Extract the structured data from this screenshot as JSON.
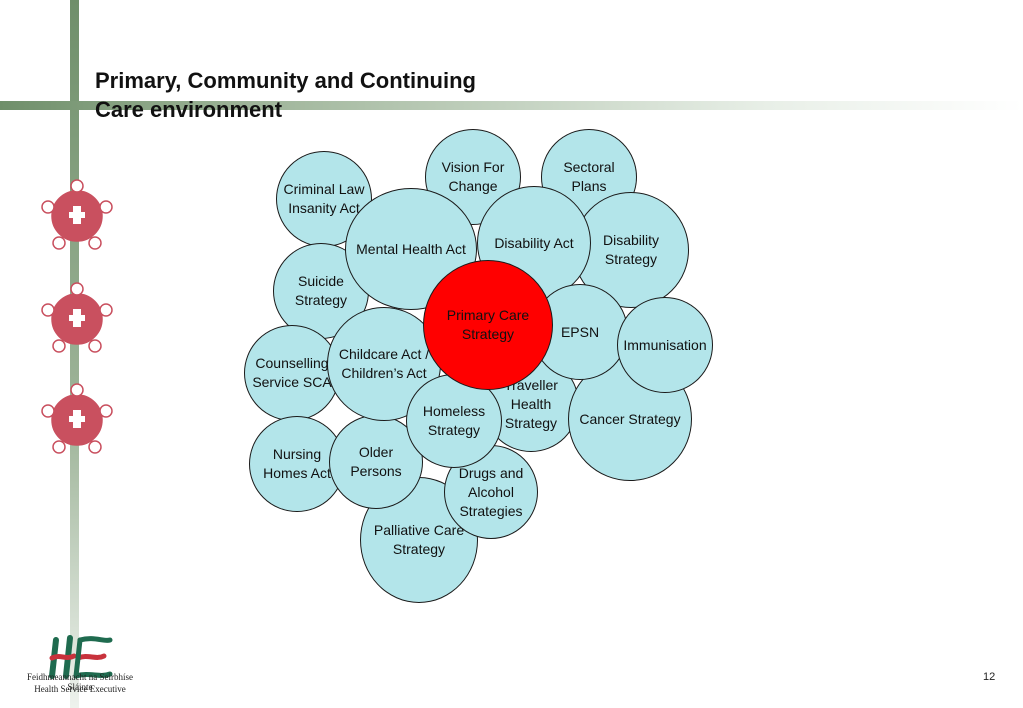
{
  "slide": {
    "title_line1": "Primary, Community and Continuing",
    "title_line2": "Care environment",
    "page_number": "12"
  },
  "logo": {
    "line1": "Feidhmeannacht na Seirbhíse Sláinte",
    "line2": "Health Service Executive"
  },
  "colors": {
    "bubble_fill": "#b3e5ea",
    "center_fill": "#ff0000",
    "emblem": "#c9505f",
    "brand_green": "#1f6b4f",
    "brand_red": "#c8323c"
  },
  "bubbles": [
    {
      "id": "vision-for-change",
      "label": "Vision For Change"
    },
    {
      "id": "sectoral-plans",
      "label": "Sectoral Plans"
    },
    {
      "id": "disability-strategy",
      "label": "Disability Strategy"
    },
    {
      "id": "disability-act",
      "label": "Disability Act"
    },
    {
      "id": "criminal-law-insanity-act",
      "label": "Criminal Law Insanity Act"
    },
    {
      "id": "suicide-strategy",
      "label": "Suicide Strategy"
    },
    {
      "id": "counselling-service-sca",
      "label": "Counselling Service SCA"
    },
    {
      "id": "nursing-homes-act",
      "label": "Nursing Homes Act"
    },
    {
      "id": "palliative-care-strategy",
      "label": "Palliative Care Strategy"
    },
    {
      "id": "older-persons",
      "label": "Older Persons"
    },
    {
      "id": "drugs-and-alcohol-strategies",
      "label": "Drugs and Alcohol Strategies"
    },
    {
      "id": "traveller-health-strategy",
      "label": "Traveller Health Strategy"
    },
    {
      "id": "cancer-strategy",
      "label": "Cancer Strategy"
    },
    {
      "id": "epsn",
      "label": "EPSN"
    },
    {
      "id": "immunisation",
      "label": "Immunisation"
    },
    {
      "id": "childcare-act",
      "label": "Childcare Act / Children’s Act"
    },
    {
      "id": "mental-health-act",
      "label": "Mental Health Act"
    },
    {
      "id": "homeless-strategy",
      "label": "Homeless Strategy"
    },
    {
      "id": "primary-care-strategy",
      "label": "Primary Care Strategy"
    }
  ]
}
